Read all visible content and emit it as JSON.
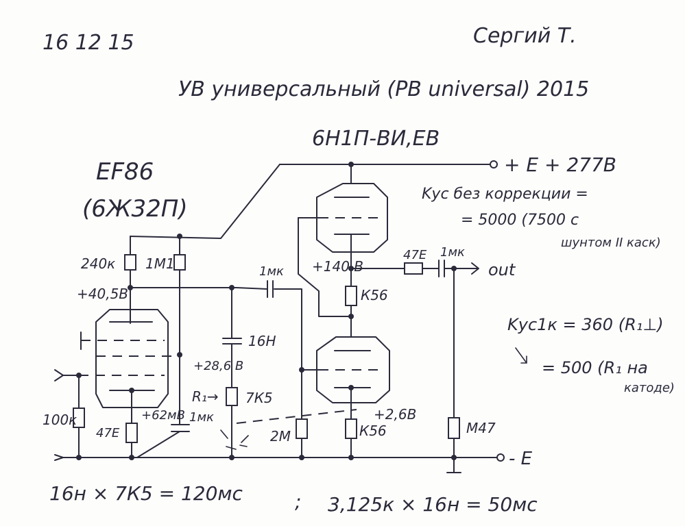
{
  "header": {
    "date": "16 12 15",
    "signature": "Сергий Т.",
    "title": "УВ универсальный (PB universal) 2015"
  },
  "tubes": {
    "output_tube": "6Н1П-ВИ,ЕВ",
    "input_tube_line1": "EF86",
    "input_tube_line2": "(6Ж32П)"
  },
  "rails": {
    "positive": "+ Е + 277В",
    "negative": "- Е",
    "output": "out"
  },
  "components": {
    "r_240k": "240к",
    "r_1m1": "1М1",
    "r_100k": "100к",
    "r_47e_cathode": "47Е",
    "c_1mk_screen": "1мк",
    "c_1mk_coupling": "1мк",
    "c_16h": "16Н",
    "r1_label": "R₁→",
    "r1_value": "7К5",
    "r_2m": "2М",
    "r_k56_lower": "К56",
    "r_k56_upper": "К56",
    "r_47e_out": "47Е",
    "c_1mk_out": "1мк",
    "r_m47": "М47"
  },
  "voltages": {
    "v_anode_ef86": "+40,5В",
    "v_node_r1": "+28,6 В",
    "v_cathode_ef86": "+62мВ",
    "v_upper_cathode": "+140 В",
    "v_lower_cathode": "+2,6В"
  },
  "notes": {
    "gain_line1": "Kус без коррекции =",
    "gain_line2": "= 5000 (7500 с",
    "gain_line3": "шунтом II каск)",
    "gain1k_line1": "Kус1к = 360 (R₁⊥)",
    "gain1k_line2": "= 500 (R₁ на",
    "gain1k_line3": "катоде)",
    "time_const1": "16н × 7К5 = 120мс",
    "separator": ";",
    "time_const2": "3,125к × 16н = 50мс"
  }
}
